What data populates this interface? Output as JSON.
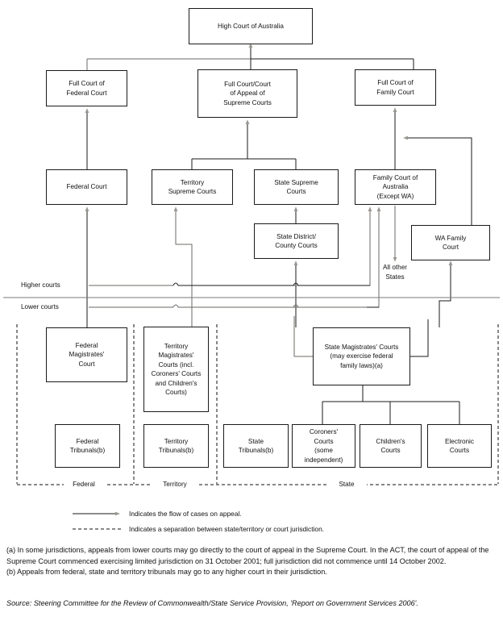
{
  "diagram": {
    "title": "Australian court hierarchy",
    "colors": {
      "box_border": "#1a1a1a",
      "arrow_dark": "#1a1a1a",
      "arrow_grey": "#7d7a75",
      "divider": "#6f6f6f",
      "dashed": "#111111",
      "background": "#ffffff"
    },
    "boxes": [
      {
        "id": "high-court",
        "label": "High Court of Australia"
      },
      {
        "id": "full-court-federal",
        "label": "Full Court of\nFederal Court"
      },
      {
        "id": "full-court-supreme",
        "label": "Full Court/Court\nof Appeal of\nSupreme Courts"
      },
      {
        "id": "full-court-family",
        "label": "Full Court of\nFamily Court"
      },
      {
        "id": "federal-court",
        "label": "Federal Court"
      },
      {
        "id": "territory-supreme-courts",
        "label": "Territory\nSupreme Courts"
      },
      {
        "id": "state-supreme-courts",
        "label": "State Supreme\nCourts"
      },
      {
        "id": "family-court-australia",
        "label": "Family Court of\nAustralia\n(Except WA)"
      },
      {
        "id": "state-district-county-courts",
        "label": "State District/\nCounty Courts"
      },
      {
        "id": "wa-family-court",
        "label": "WA Family\nCourt"
      },
      {
        "id": "federal-magistrates-court",
        "label": "Federal\nMagistrates'\nCourt"
      },
      {
        "id": "territory-magistrates-courts",
        "label": "Territory\nMagistrates'\nCourts (incl.\nCoroners' Courts\nand Children's\nCourts)"
      },
      {
        "id": "state-magistrates-courts",
        "label": "State Magistrates' Courts\n(may exercise federal\nfamily laws)(a)"
      },
      {
        "id": "federal-tribunals",
        "label": "Federal\nTribunals(b)"
      },
      {
        "id": "territory-tribunals",
        "label": "Territory\nTribunals(b)"
      },
      {
        "id": "state-tribunals",
        "label": "State\nTribunals(b)"
      },
      {
        "id": "coroners-courts",
        "label": "Coroners'\nCourts\n(some\nindependent)"
      },
      {
        "id": "childrens-courts",
        "label": "Children's\nCourts"
      },
      {
        "id": "electronic-courts",
        "label": "Electronic\nCourts"
      }
    ],
    "labels": {
      "higher_courts": "Higher courts",
      "lower_courts": "Lower courts",
      "all_other_states": "All other\nStates",
      "jurisdiction_federal": "Federal",
      "jurisdiction_territory": "Territory",
      "jurisdiction_state": "State"
    }
  },
  "legend": {
    "arrow_text": "Indicates the flow of cases on appeal.",
    "dashed_text": "Indicates a separation between state/territory or court jurisdiction."
  },
  "notes": {
    "a": "(a) In some jurisdictions, appeals from lower courts may go directly to the court of appeal in the Supreme Court. In the ACT, the court of appeal of the Supreme Court commenced exercising limited jurisdiction on 31 October 2001; full jurisdiction did not commence until 14 October 2002.",
    "b": "(b) Appeals from federal, state and territory tribunals may go to any higher court in their jurisdiction."
  },
  "source": {
    "text": "Source: Steering Committee for the Review of Commonwealth/State Service Provision, 'Report on Government Services 2006'."
  }
}
